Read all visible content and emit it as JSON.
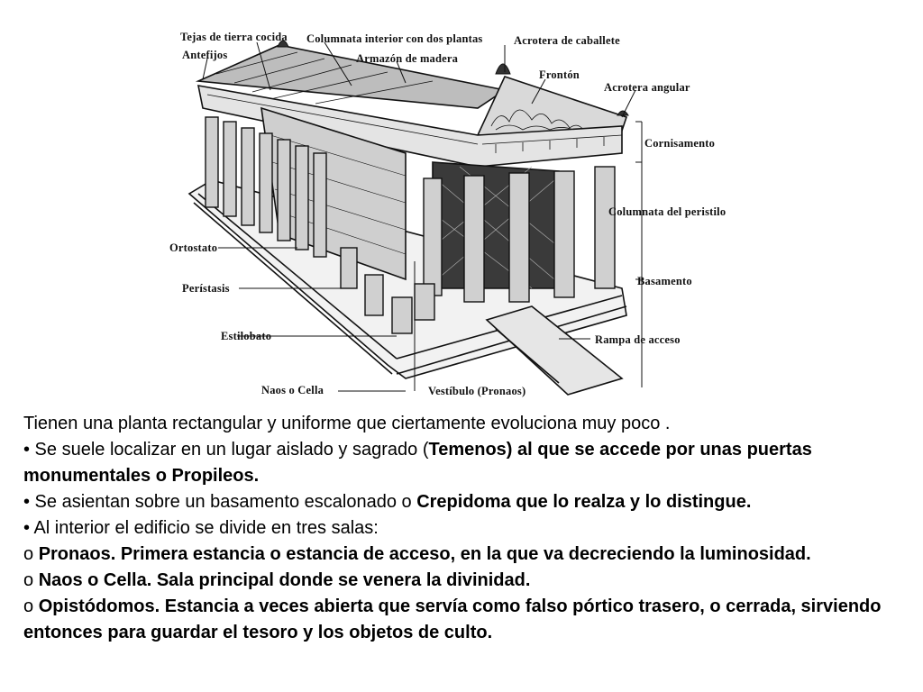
{
  "diagram": {
    "labels": {
      "tejas": "Tejas de tierra cocida",
      "columnata_interior": "Columnata interior con dos plantas",
      "acrotera_caballete": "Acrotera de caballete",
      "antefijos": "Antefijos",
      "armazon": "Armazón de madera",
      "fronton": "Frontón",
      "acrotera_angular": "Acrotera angular",
      "cornisamento": "Cornisamento",
      "columnata_peristilo": "Columnata del peristilo",
      "ortostato": "Ortostato",
      "basamento": "Basamento",
      "peristasis": "Perístasis",
      "estilobato": "Estilobato",
      "rampa": "Rampa de acceso",
      "naos": "Naos o Cella",
      "vestibulo": "Vestíbulo (Pronaos)"
    }
  },
  "text": {
    "line1": "Tienen una planta rectangular y uniforme que ciertamente evoluciona muy poco .",
    "p2_a": "• Se suele localizar en un lugar aislado y sagrado (",
    "p2_b": "Temenos) al que se accede por unas puertas monumentales o Propileos.",
    "p3_a": "• Se asientan sobre un basamento escalonado o ",
    "p3_b": "Crepidoma que lo realza y lo distingue.",
    "p4": "• Al interior el edificio se divide en tres salas:",
    "p5_a": "o ",
    "p5_b": "Pronaos. Primera estancia o estancia de acceso, en la que va decreciendo la luminosidad.",
    "p6_a": "o ",
    "p6_b": "Naos o Cella. Sala principal donde se venera la divinidad.",
    "p7_a": "o ",
    "p7_b": "Opistódomos. Estancia a veces abierta que servía como falso pórtico trasero, o cerrada, sirviendo entonces para guardar el tesoro y los objetos de culto."
  }
}
